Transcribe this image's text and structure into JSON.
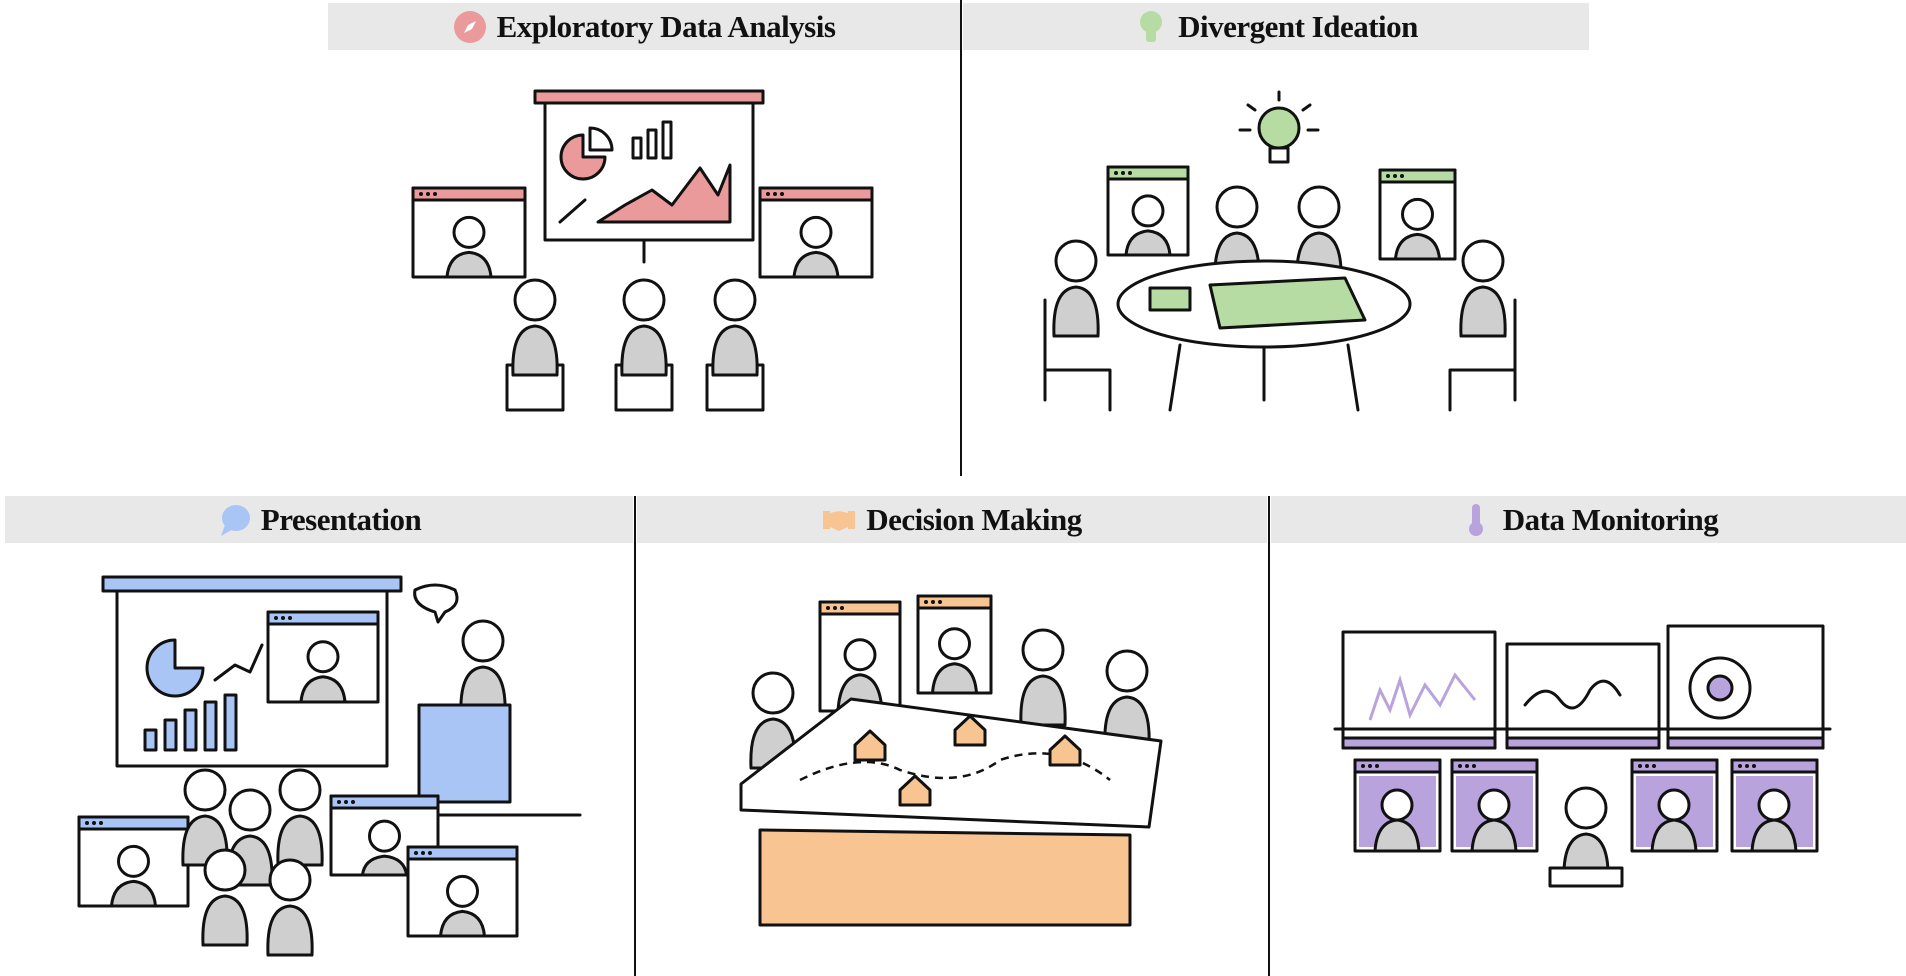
{
  "colors": {
    "eda": "#ea9a9a",
    "ideation": "#b6dca3",
    "presentation": "#a8c5f5",
    "decision": "#f8c492",
    "monitoring": "#b9a3dd",
    "figure": "#cfcfcf",
    "header_bg": "#e8e8e8"
  },
  "panels": [
    {
      "title": "Exploratory Data Analysis",
      "icon": "compass-icon"
    },
    {
      "title": "Divergent Ideation",
      "icon": "lightbulb-icon"
    },
    {
      "title": "Presentation",
      "icon": "speech-bubble-icon"
    },
    {
      "title": "Decision Making",
      "icon": "handshake-icon"
    },
    {
      "title": "Data Monitoring",
      "icon": "thermometer-icon"
    }
  ]
}
